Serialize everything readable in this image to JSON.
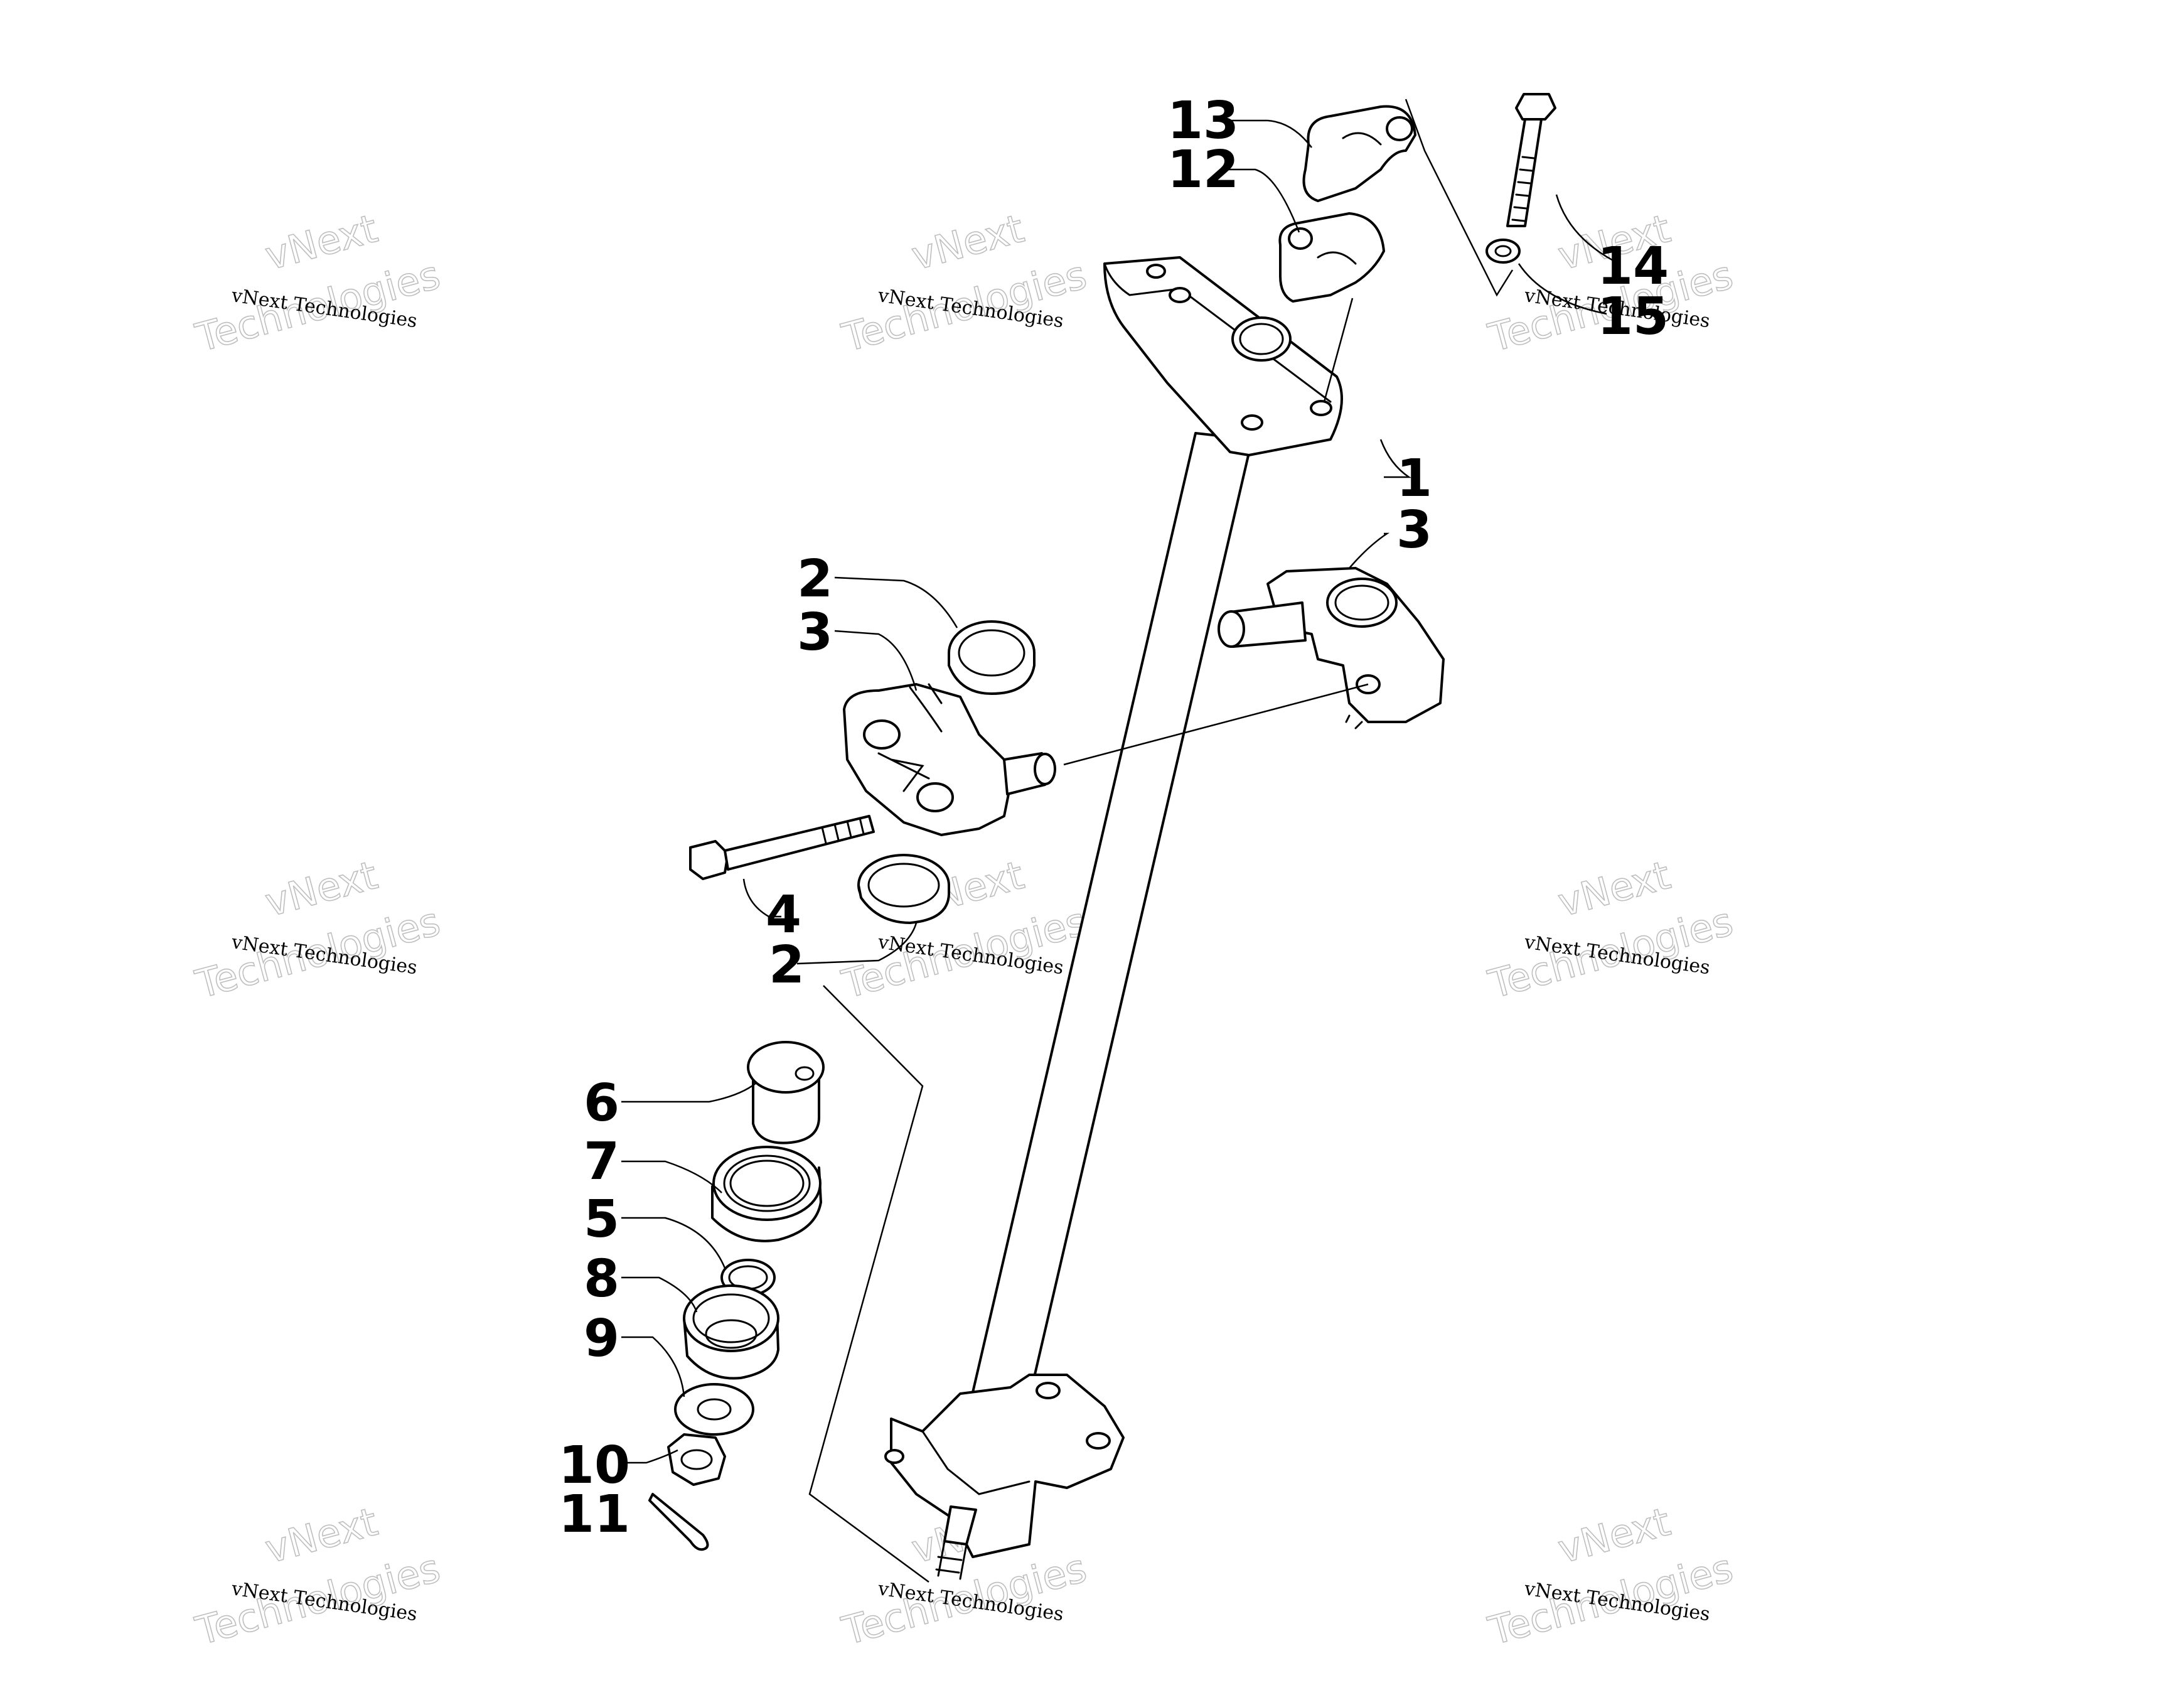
{
  "diagram": {
    "callouts": [
      "1",
      "2",
      "3",
      "4",
      "5",
      "6",
      "7",
      "8",
      "9",
      "10",
      "11",
      "12",
      "13",
      "14",
      "15"
    ],
    "extra_callouts": {
      "second_2": "2",
      "second_3": "3"
    },
    "watermark": {
      "line1": "vNext",
      "line2": "Technologies",
      "small": "vNext Technologies"
    }
  }
}
